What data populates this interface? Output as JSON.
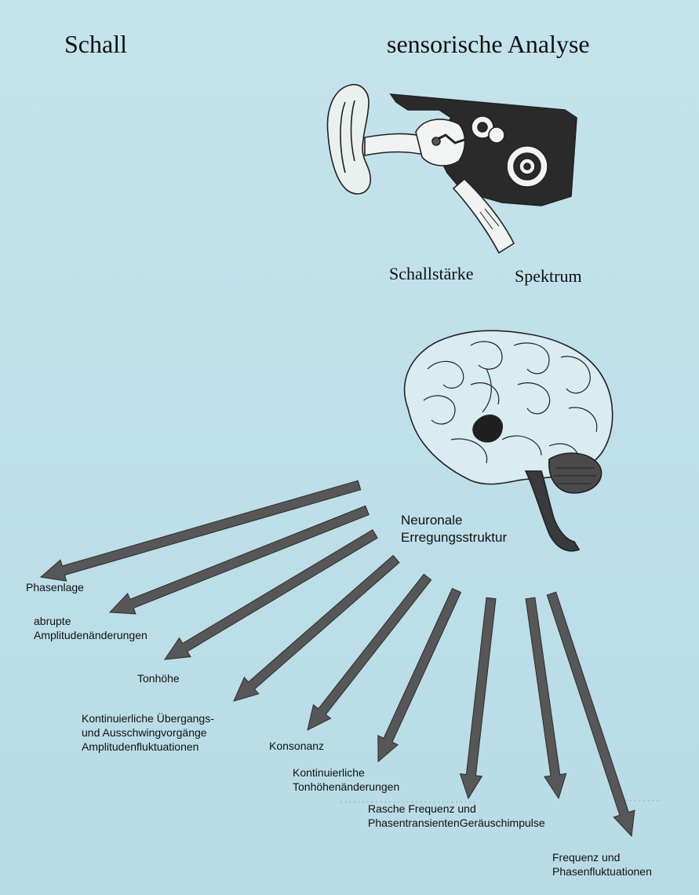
{
  "title": {
    "left": "Schall",
    "right": "sensorische Analyse"
  },
  "ear": {
    "labels": [
      "Schallstärke",
      "Spektrum"
    ]
  },
  "brain": {
    "label": [
      "Neuronale",
      "Erregungsstruktur"
    ]
  },
  "outputs": [
    [
      "Phasenlage"
    ],
    [
      "abrupte",
      "Amplitudenänderungen"
    ],
    [
      "Tonhöhe"
    ],
    [
      "Kontinuierliche Übergangs-",
      "und Ausschwingvorgänge",
      "Amplitudenfluktuationen"
    ],
    [
      "Konsonanz"
    ],
    [
      "Kontinuierliche",
      "Tonhöhenänderungen"
    ],
    [
      "Rasche Frequenz und",
      "PhasentransientenGeräuschimpulse"
    ],
    [
      "Frequenz und",
      "Phasenfluktuationen"
    ]
  ],
  "colors": {
    "background": "#c4e3ec",
    "arrow": "#575757",
    "ear_dark": "#2a2a2a",
    "brain_fill": "#d8ecf1"
  }
}
